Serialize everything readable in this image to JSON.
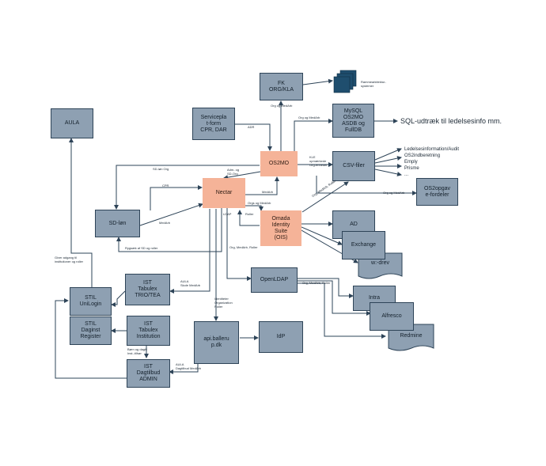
{
  "boxes": {
    "aula": "AULA",
    "fk": "FK\nORG/KLA",
    "serviceplatform": "Servicepla\nt-form\nCPR, DAR",
    "mysql": "MySQL\nOS2MO\nASDB og\nFullDB",
    "os2mo": "OS2MO",
    "csv": "CSV-filer",
    "os2opgav": "OS2opgav\ne-fordeler",
    "nectar": "Nectar",
    "sdlon": "SD-løn",
    "omada": "Omada\nIdentity\nSuite\n(OIS)",
    "ad": "AD",
    "exchange": "Exchange",
    "wdrev": "w:-drev",
    "openldap": "OpenLDAP",
    "ist_tabulex_trio": "IST\nTabulex\nTRIO/TEA",
    "stil_unilogin": "STIL\nUniLogin",
    "stil_daginst": "STIL\nDaginst\nRegister",
    "ist_tabulex_inst": "IST\nTabulex\nInstitution",
    "ist_dagtilbud": "IST\nDagtilbud\nADMIN",
    "apiballerup": "api.balleru\np.dk",
    "idp": "IdP",
    "intra": "Intra",
    "alfresco": "Alfresco",
    "redmine": "Redmine"
  },
  "labels": {
    "rammearkitektur": "Rammearkitektur-\nsystemer",
    "sql_udtraek": "SQL-udtræk til ledelsesinfo mm.",
    "csv_outputs": "Ledelsesinformation/Audit\nOS2indberetning\nEmply\nPrisme\n...",
    "org_medarb_fk": "Org og MedArb",
    "org_medarb_mysql": "Org og MedArb",
    "adr": "ADR",
    "sdlon_org": "SD-løn Org",
    "adm_sd_org": "Adm- og\nSD-Org",
    "cpr": "CPR",
    "kle": "KLE\nopmærkede\nOrg-enheder",
    "medarb_nectar_os2mo": "MedArb",
    "org_medarb_ois": "Orgs og MedArb",
    "roller": "Roller",
    "ldap": "LDAP",
    "medarb_sd": "MedArb",
    "org_medarb_roller_csv": "Org, MedArb, Roller",
    "org_medarb_os2opgav": "Org og MedArb",
    "rygsaek": "Rygsæk af SD og roller",
    "org_medarb_roller_ois": "Org, MedArb, Roller",
    "org_medarb_roller_ldap": "Org, MedArb, Roller",
    "giver_adgang": "Giver adgang til\ninstitutioner og roller",
    "aula_skole": "AULA\nSkole MedArb",
    "identiteter": "Identiteter\nOrganization\nRoller",
    "boern_dagtilbud": "Børn og dagtil\nInst.-tilhør",
    "aula_dagtilbud": "AULA\nDagtilbud MedArb"
  },
  "colors": {
    "box_fill": "#8ea0b2",
    "box_border": "#2e4458",
    "highlight_fill": "#f5b398",
    "line": "#2e4458",
    "stack_icon": "#1f4e6e"
  }
}
